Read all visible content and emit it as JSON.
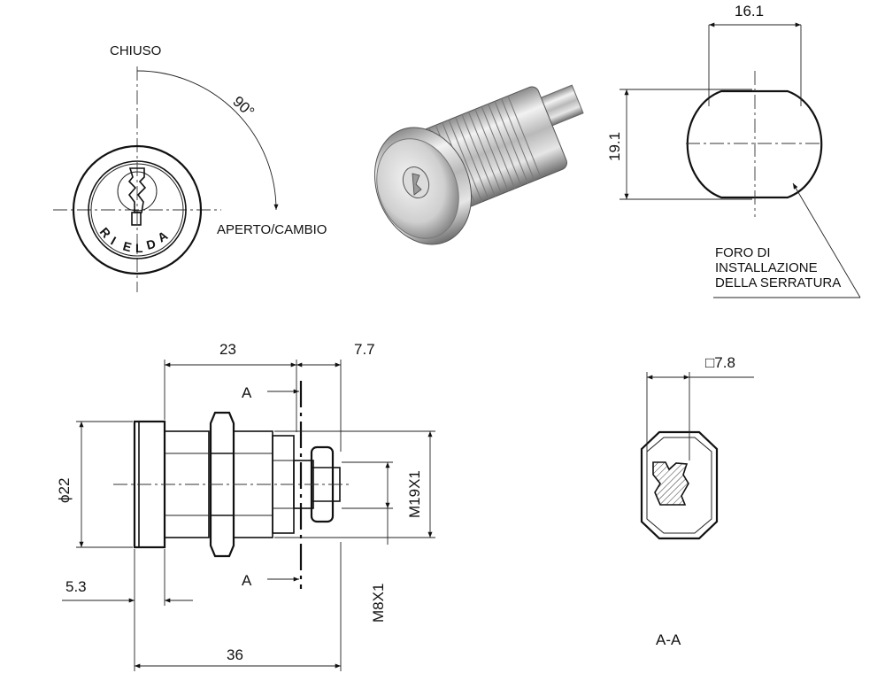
{
  "front_view": {
    "closed_label": "CHIUSO",
    "open_label": "APERTO/CAMBIO",
    "angle_label": "90°",
    "brand_text": "RIELDA"
  },
  "cam_hole": {
    "width_label": "16.1",
    "height_label": "19.1",
    "note_line1": "FORO DI",
    "note_line2": "INSTALLAZIONE",
    "note_line3": "DELLA SERRATURA"
  },
  "side_view": {
    "length_23": "23",
    "length_7_7": "7.7",
    "diameter_label": "ϕ22",
    "thread_label": "M19X1",
    "shaft_thread_label": "M8X1",
    "flange_label": "5.3",
    "total_length_label": "36",
    "section_mark_top": "A",
    "section_mark_bottom": "A"
  },
  "section_view": {
    "square_label": "□7.8",
    "section_title": "A-A"
  }
}
